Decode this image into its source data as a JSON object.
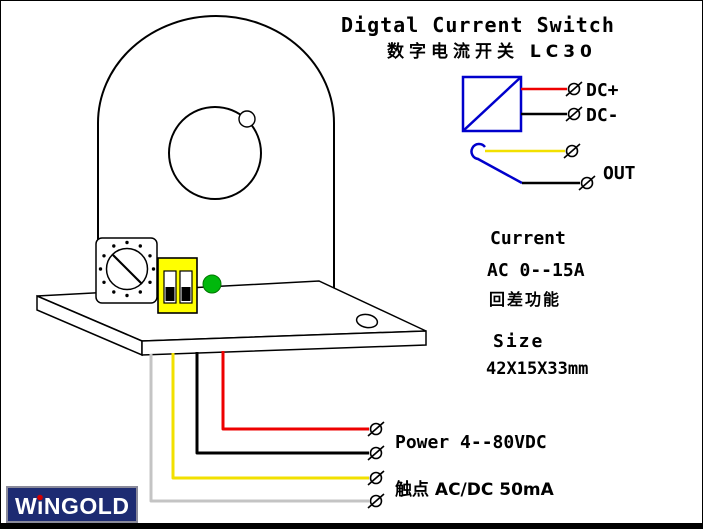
{
  "title": {
    "en": "Digtal Current Switch",
    "cn": "数字电流开关 LC30"
  },
  "schematic": {
    "dc_plus": "DC+",
    "dc_minus": "DC-",
    "out": "OUT"
  },
  "specs": {
    "current_label": "Current",
    "current_range": "AC 0--15A",
    "hysteresis_cn": "回差功能",
    "size_label": "Size",
    "size_value": "42X15X33mm"
  },
  "connections": {
    "power": "Power 4--80VDC",
    "contact": "触点 AC/DC 50mA"
  },
  "logo": {
    "brand": "WiNGOLD"
  },
  "colors": {
    "wire_red": "#ee0000",
    "wire_black": "#000000",
    "wire_yellow": "#f2e000",
    "wire_white": "#c4c4c4",
    "schematic_blue": "#0000cc",
    "led_green": "#00b80c",
    "dip_yellow": "#ffff00",
    "logo_bg": "#1d2b72",
    "logo_dot": "#d40000"
  }
}
